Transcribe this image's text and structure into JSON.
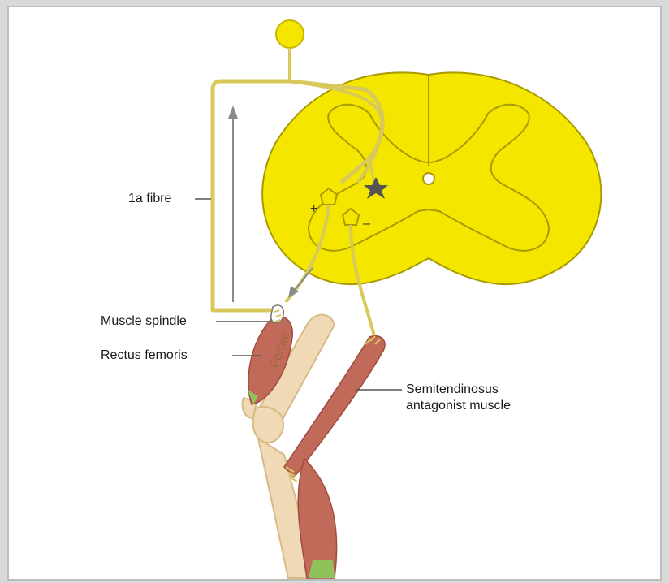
{
  "labels": {
    "fibre": "1a fibre",
    "spindle": "Muscle spindle",
    "rectus": "Rectus femoris",
    "semi_line1": "Semitendinosus",
    "semi_line2": "antagonist muscle",
    "femur": "Femur",
    "plus": "+",
    "minus": "–"
  },
  "colors": {
    "background": "#d9d9d9",
    "panel": "#ffffff",
    "spinal_cord": "#f5e600",
    "nerve": "#d8c95a",
    "muscle": "#c26a5a",
    "tendon": "#8fc35a",
    "bone": "#f0d9b5",
    "arrow": "#8a8a8a"
  }
}
